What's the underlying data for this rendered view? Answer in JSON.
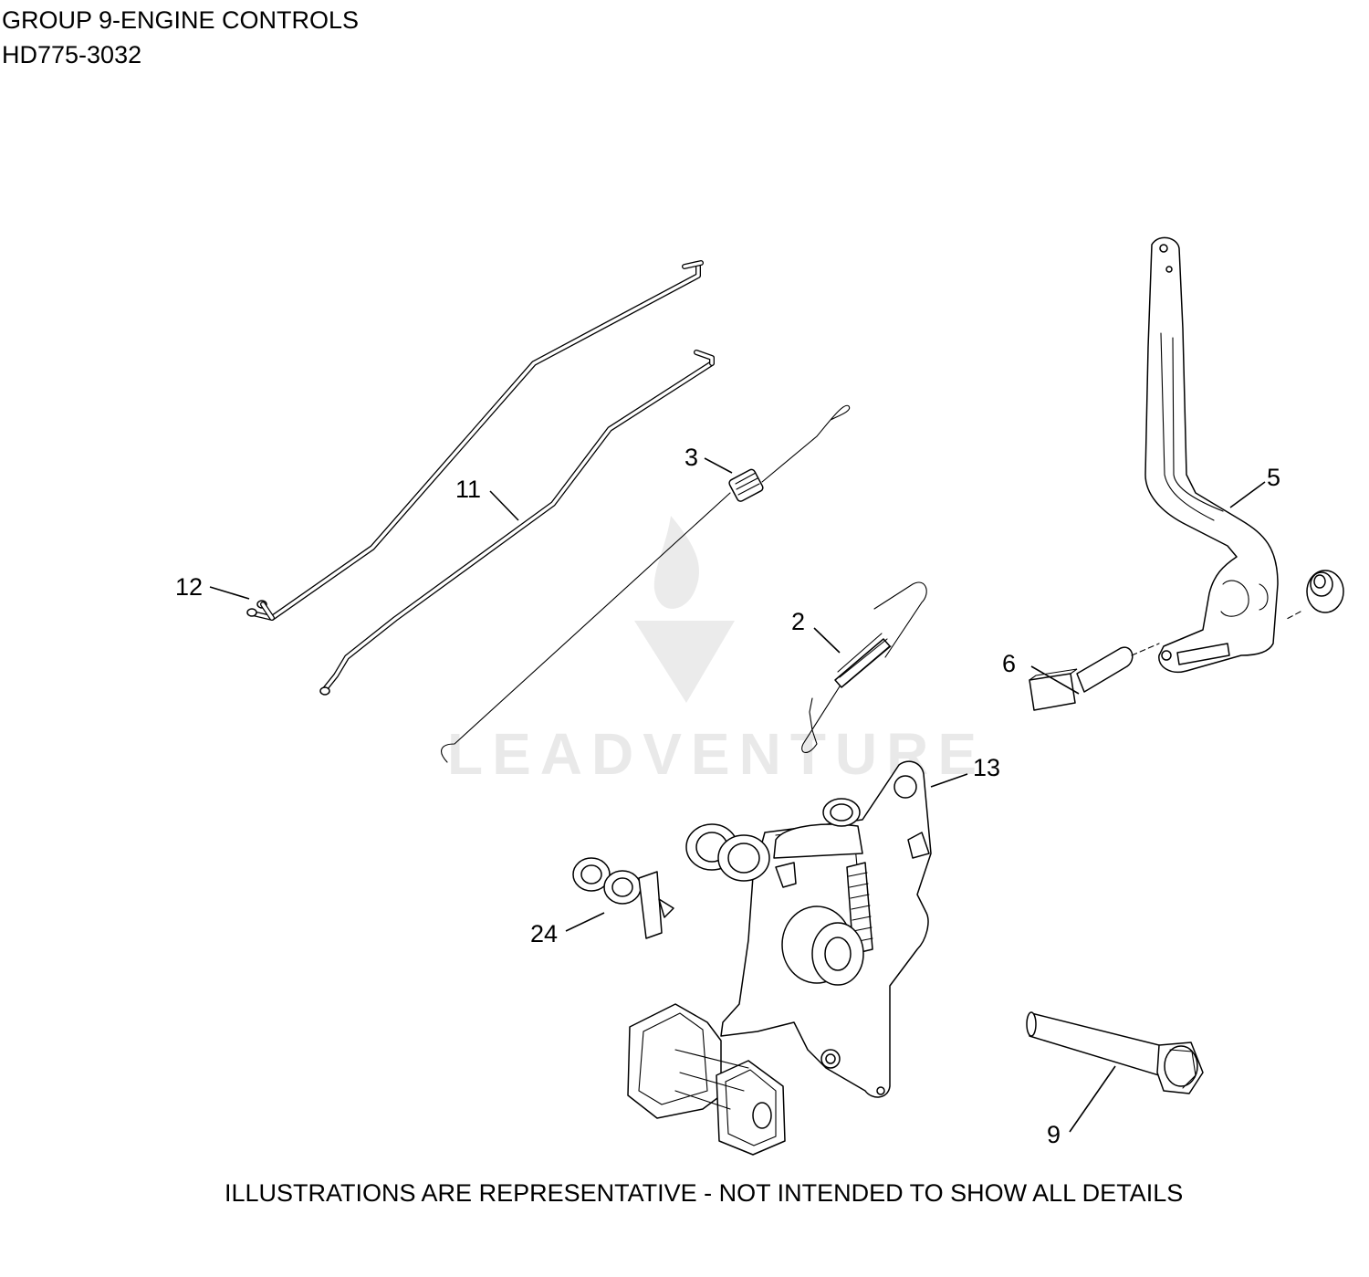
{
  "header": {
    "title": "GROUP 9-ENGINE CONTROLS",
    "model": "HD775-3032"
  },
  "footer": {
    "disclaimer": "ILLUSTRATIONS ARE REPRESENTATIVE - NOT INTENDED TO SHOW ALL DETAILS"
  },
  "watermark": {
    "text": "LEADVENTURE",
    "logo": "flame-v-logo"
  },
  "callouts": {
    "c2": "2",
    "c3": "3",
    "c5": "5",
    "c6": "6",
    "c9": "9",
    "c11": "11",
    "c12": "12",
    "c13": "13",
    "c24": "24"
  }
}
